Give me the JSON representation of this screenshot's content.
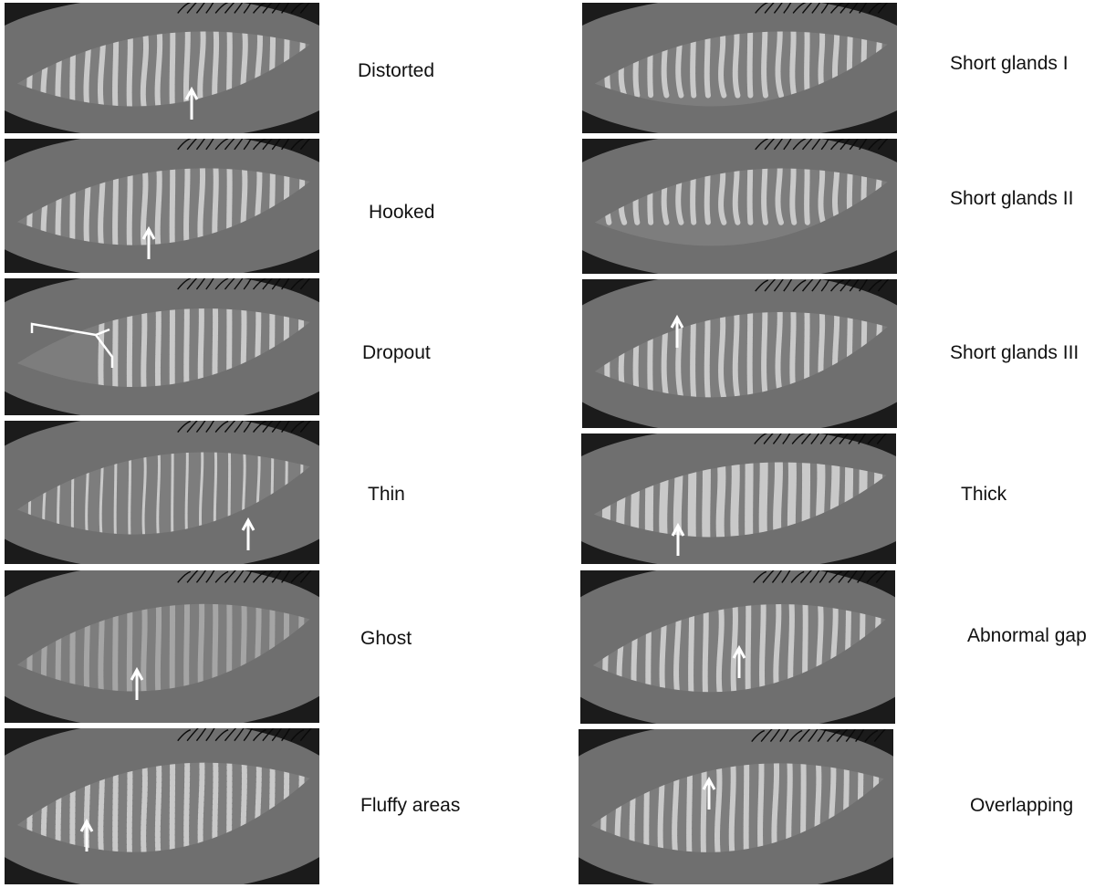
{
  "figure": {
    "left_column": [
      {
        "id": "distorted",
        "label": "Distorted",
        "marker": "arrow"
      },
      {
        "id": "hooked",
        "label": "Hooked",
        "marker": "arrow"
      },
      {
        "id": "dropout",
        "label": "Dropout",
        "marker": "bracket"
      },
      {
        "id": "thin",
        "label": "Thin",
        "marker": "arrow"
      },
      {
        "id": "ghost",
        "label": "Ghost",
        "marker": "arrow"
      },
      {
        "id": "fluffy-areas",
        "label": "Fluffy areas",
        "marker": "arrow"
      }
    ],
    "right_column": [
      {
        "id": "short-glands-1",
        "label": "Short glands I",
        "marker": "none"
      },
      {
        "id": "short-glands-2",
        "label": "Short glands II",
        "marker": "none"
      },
      {
        "id": "short-glands-3",
        "label": "Short glands III",
        "marker": "arrow"
      },
      {
        "id": "thick",
        "label": "Thick",
        "marker": "arrow"
      },
      {
        "id": "abnormal-gap",
        "label": "Abnormal gap",
        "marker": "arrow"
      },
      {
        "id": "overlapping",
        "label": "Overlapping",
        "marker": "arrow"
      }
    ]
  },
  "colors": {
    "panel_background": "#1b1b1b",
    "eyelid": "#6f6f6f",
    "tarsal_plate": "#7d7d7d",
    "gland": "#d6d6d6",
    "marker": "#ffffff"
  }
}
